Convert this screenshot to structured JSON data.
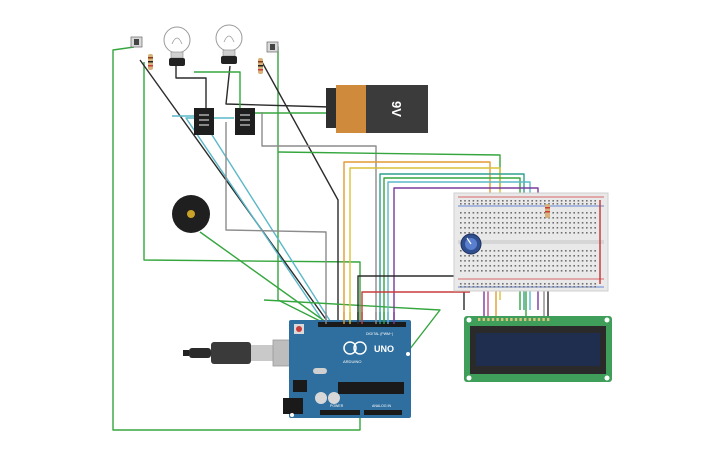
{
  "canvas": {
    "background": "#ffffff"
  },
  "battery": {
    "label": "9V",
    "colors": {
      "terminal": "#2f2f2f",
      "label_band": "#d08a3c",
      "body": "#3b3b3b"
    }
  },
  "arduino": {
    "logo_text": "UNO",
    "brand_text": "ARDUINO",
    "header_digital": "DIGITAL (PWM~)",
    "header_analog": "ANALOG IN",
    "header_power": "POWER",
    "board_color": "#2f6f9f"
  },
  "lcd": {
    "board_color": "#3f9f5a",
    "screen_color": "#1f2d4f"
  },
  "breadboard": {
    "body_color": "#e9e9e9",
    "rail_red": "#d23a3a",
    "rail_blue": "#3a63c8"
  },
  "wire_colors": {
    "green": "#35a63e",
    "black": "#2b2b2b",
    "cyan": "#5bb8c8",
    "gray": "#8c8c8c",
    "orange": "#e29b34",
    "yellow": "#d8c13a",
    "purple": "#7a3a9e",
    "red": "#c83c3c",
    "teal": "#2f9f8f"
  },
  "icons": {
    "light_bulb_left": "light-bulb-icon",
    "light_bulb_right": "light-bulb-icon",
    "push_button_left": "push-button-icon",
    "push_button_right": "push-button-icon",
    "relay_left": "relay-icon",
    "relay_right": "relay-icon",
    "buzzer": "buzzer-icon",
    "potentiometer": "potentiometer-icon",
    "usb_cable": "usb-cable-icon"
  }
}
